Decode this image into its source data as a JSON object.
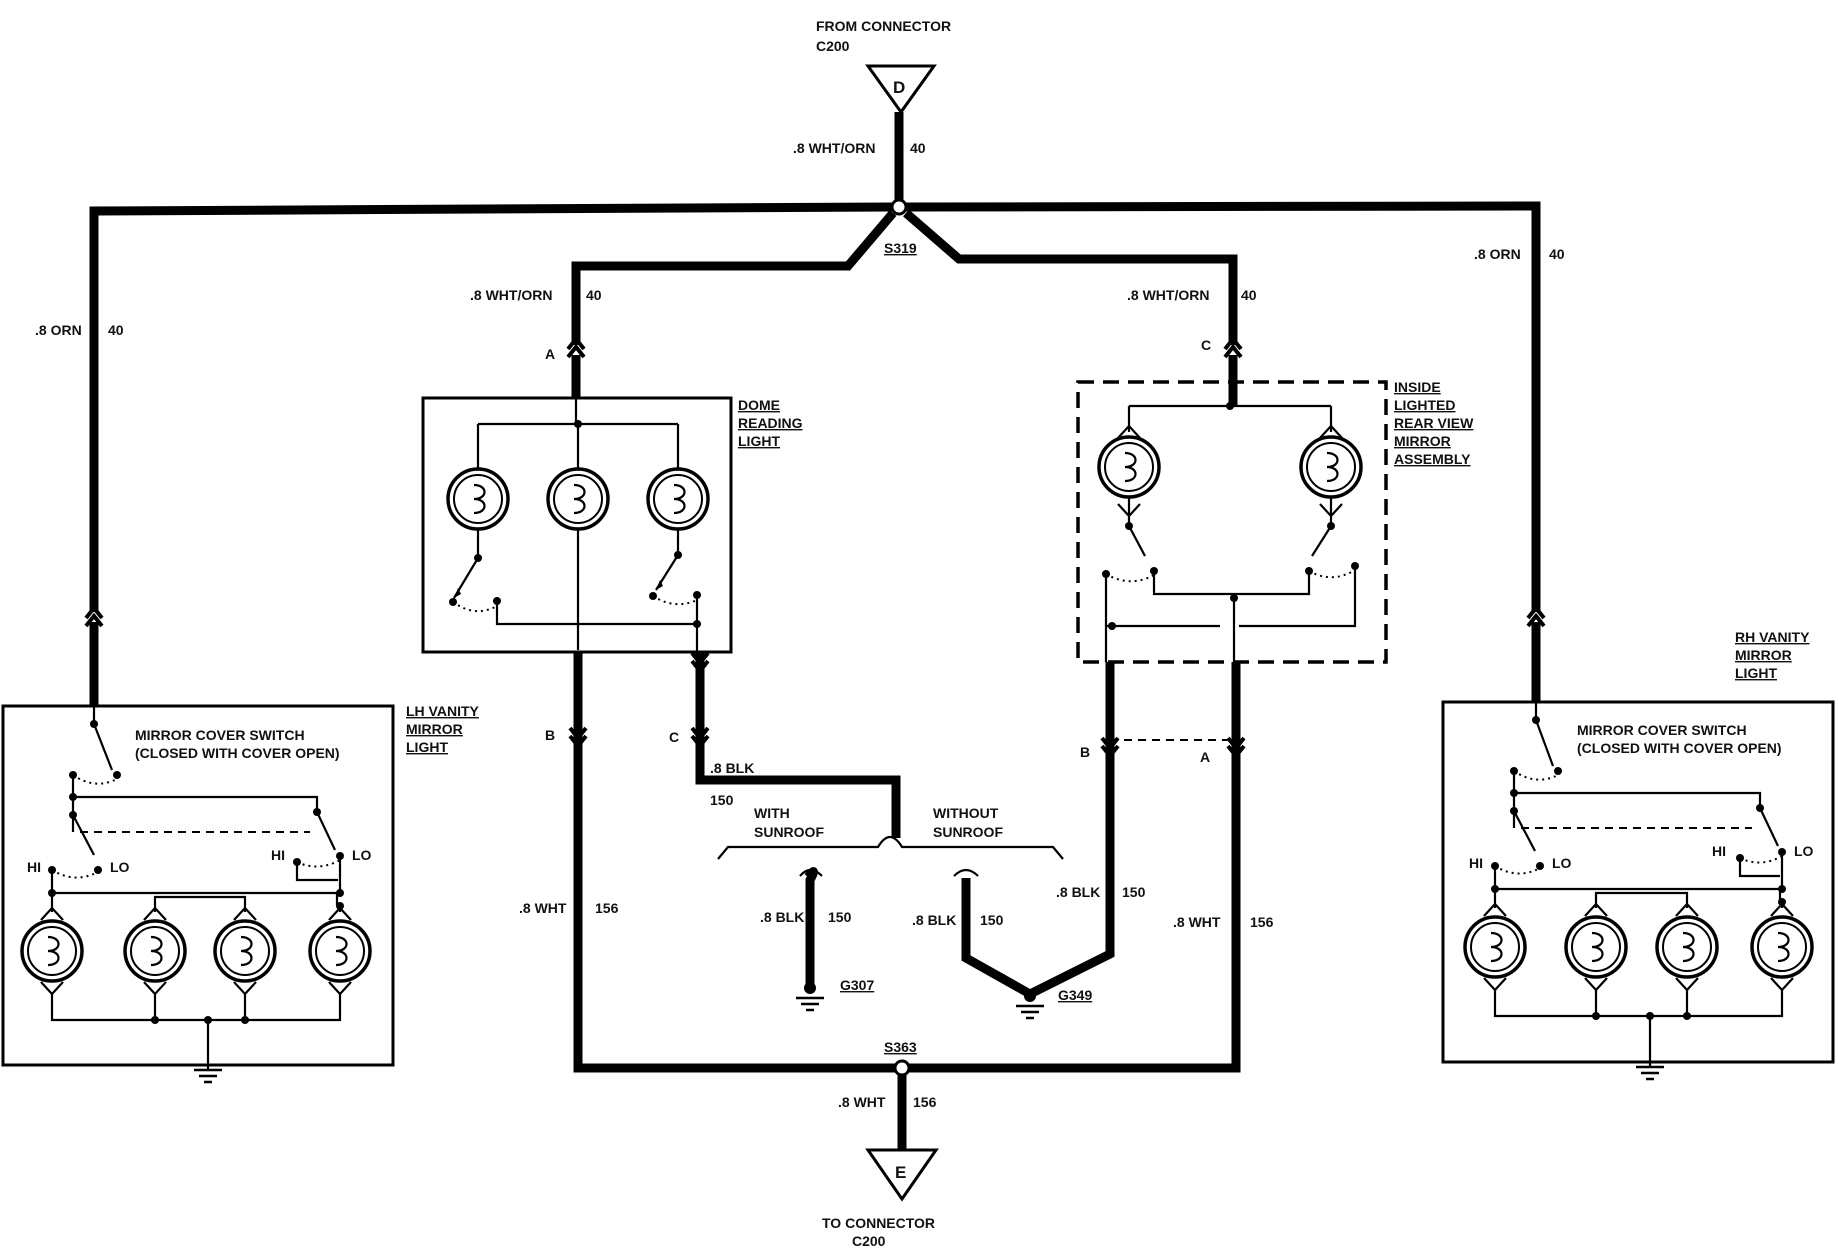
{
  "connectors": {
    "top": {
      "letter": "D",
      "label_line1": "FROM CONNECTOR",
      "label_line2": "C200"
    },
    "bottom": {
      "letter": "E",
      "label_line1": "TO CONNECTOR",
      "label_line2": "C200"
    }
  },
  "splices": {
    "top": "S319",
    "bottom": "S363"
  },
  "grounds": {
    "g307": "G307",
    "g349": "G349"
  },
  "wires": {
    "top_color": ".8 WHT/ORN",
    "top_num": "40",
    "left_outer_color": ".8 ORN",
    "left_outer_num": "40",
    "right_outer_color": ".8 ORN",
    "right_outer_num": "40",
    "dome_in_color": ".8 WHT/ORN",
    "dome_in_num": "40",
    "mirror_in_color": ".8 WHT/ORN",
    "mirror_in_num": "40",
    "dome_b_color": ".8 WHT",
    "dome_b_num": "156",
    "dome_c_color": ".8 BLK",
    "dome_c_num": "150",
    "sun_g307_color": ".8 BLK",
    "sun_g307_num": "150",
    "nosun_color": ".8 BLK",
    "nosun_num": "150",
    "mirror_b_color": ".8 BLK",
    "mirror_b_num": "150",
    "mirror_a_color": ".8 WHT",
    "mirror_a_num": "156",
    "bottom_color": ".8 WHT",
    "bottom_num": "156"
  },
  "pins": {
    "dome_a": "A",
    "dome_b": "B",
    "dome_c": "C",
    "mirror_c": "C",
    "mirror_b": "B",
    "mirror_a": "A"
  },
  "components": {
    "dome": {
      "line1": "DOME",
      "line2": "READING",
      "line3": "LIGHT"
    },
    "mirror": {
      "line1": "INSIDE",
      "line2": "LIGHTED",
      "line3": "REAR VIEW",
      "line4": "MIRROR",
      "line5": "ASSEMBLY"
    },
    "lh": {
      "line1": "LH VANITY",
      "line2": "MIRROR",
      "line3": "LIGHT"
    },
    "rh": {
      "line1": "RH VANITY",
      "line2": "MIRROR",
      "line3": "LIGHT"
    }
  },
  "switch_text": {
    "line1": "MIRROR COVER SWITCH",
    "line2": "(CLOSED WITH COVER OPEN)",
    "hi": "HI",
    "lo": "LO"
  },
  "options": {
    "with_line1": "WITH",
    "with_line2": "SUNROOF",
    "without_line1": "WITHOUT",
    "without_line2": "SUNROOF"
  }
}
